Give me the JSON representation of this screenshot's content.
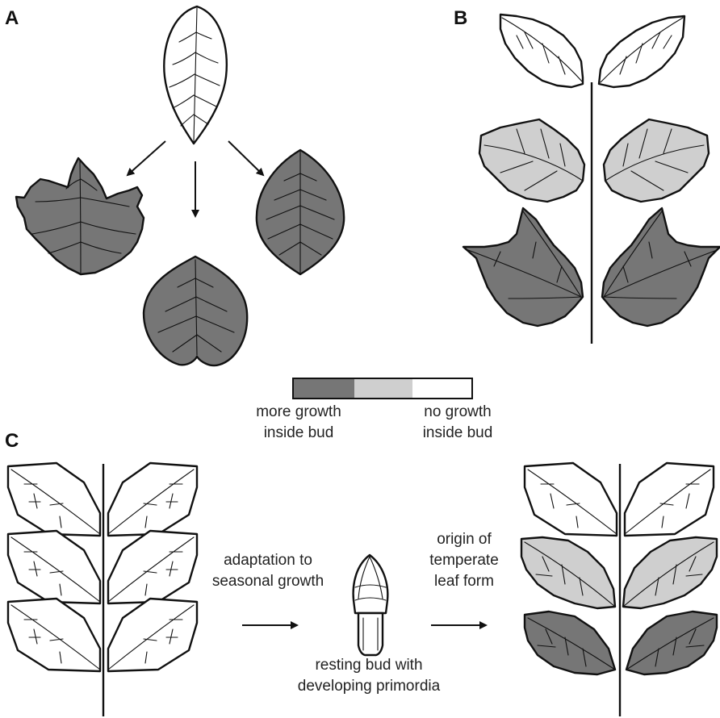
{
  "colors": {
    "more_growth": "#767676",
    "intermediate_growth": "#cfcfcf",
    "no_growth": "#ffffff",
    "outline": "#111111"
  },
  "panels": {
    "a": {
      "label": "A"
    },
    "b": {
      "label": "B"
    },
    "c": {
      "label": "C"
    }
  },
  "legend": {
    "left_label_line1": "more growth",
    "left_label_line2": "inside bud",
    "right_label_line1": "no growth",
    "right_label_line2": "inside bud"
  },
  "panel_c": {
    "step1_line1": "adaptation to",
    "step1_line2": "seasonal growth",
    "bud_line1": "resting bud with",
    "bud_line2": "developing primordia",
    "step2_line1": "origin of",
    "step2_line2": "temperate",
    "step2_line3": "leaf form"
  },
  "icons": [
    "leaf-icon",
    "lobed-leaf-icon",
    "toothed-leaf-icon",
    "compound-leaf-icon",
    "resting-bud-icon",
    "arrow-icon"
  ]
}
